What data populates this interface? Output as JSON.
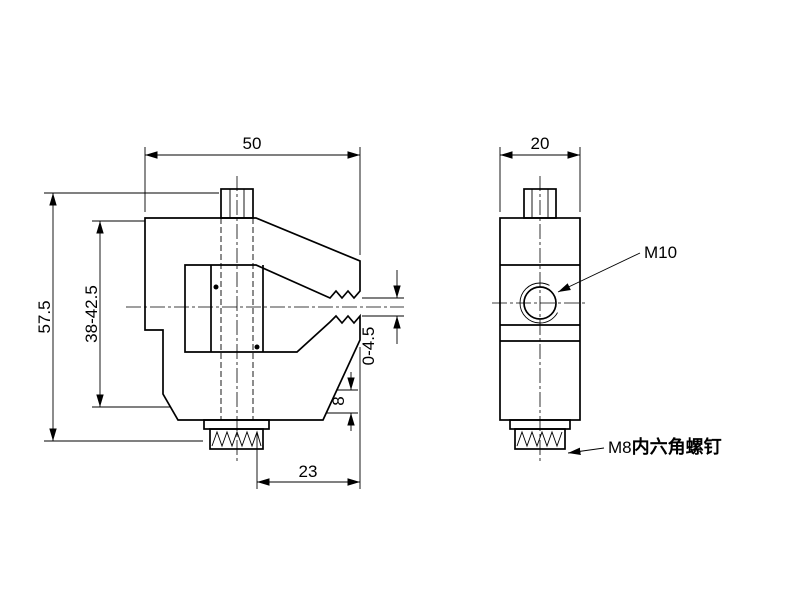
{
  "drawing": {
    "background": "#ffffff",
    "line_color": "#000000",
    "front_view": {
      "dims": {
        "width_top": "50",
        "overall_height": "57.5",
        "inner_height": "38-42.5",
        "jaw": "8",
        "gap": "0-4.5",
        "bottom_width": "23"
      }
    },
    "side_view": {
      "dims": {
        "width_top": "20"
      },
      "labels": {
        "hole": "M10",
        "screw_size": "M8",
        "screw_type": "内六角螺钉"
      }
    }
  }
}
